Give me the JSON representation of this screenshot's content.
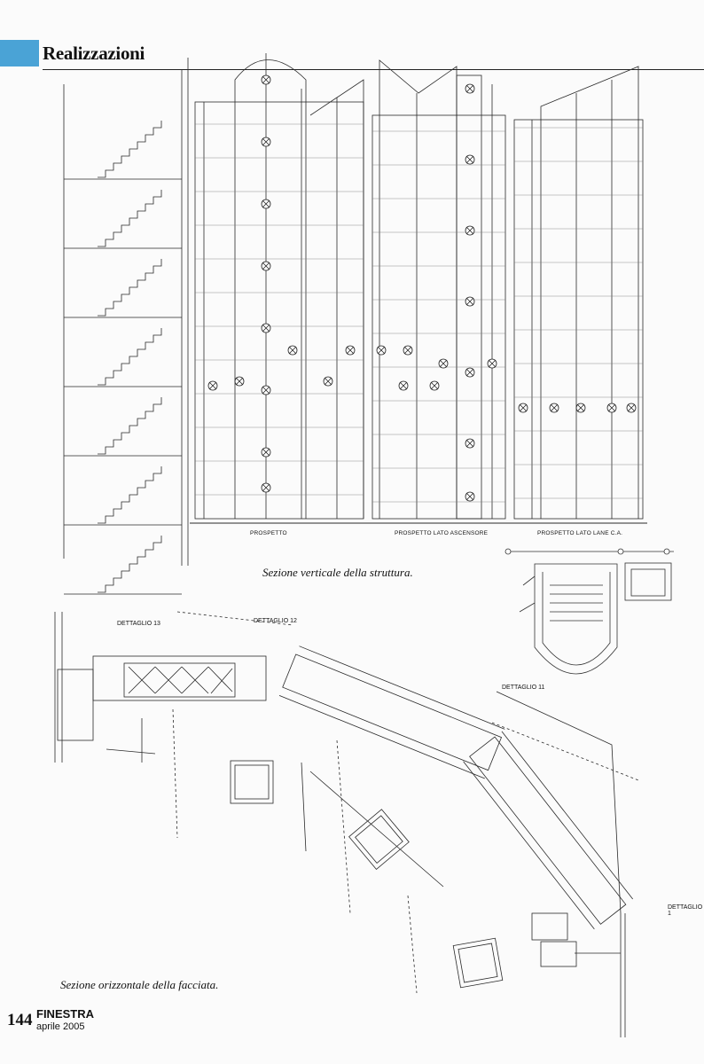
{
  "header": {
    "section": "Realizzazioni",
    "accent_color": "#4aa3d6"
  },
  "elevations": {
    "labels": [
      "PROSPETTO",
      "PROSPETTO LATO ASCENSORE",
      "PROSPETTO LATO LANE C.A."
    ]
  },
  "details": {
    "labels": [
      "DETTAGLIO 13",
      "DETTAGLIO 12",
      "DETTAGLIO 11",
      "DETTAGLIO 1"
    ]
  },
  "captions": {
    "vertical": "Sezione verticale della struttura.",
    "horizontal": "Sezione orizzontale della facciata."
  },
  "footer": {
    "page_number": "144",
    "magazine": "FINESTRA",
    "issue": "aprile 2005"
  }
}
